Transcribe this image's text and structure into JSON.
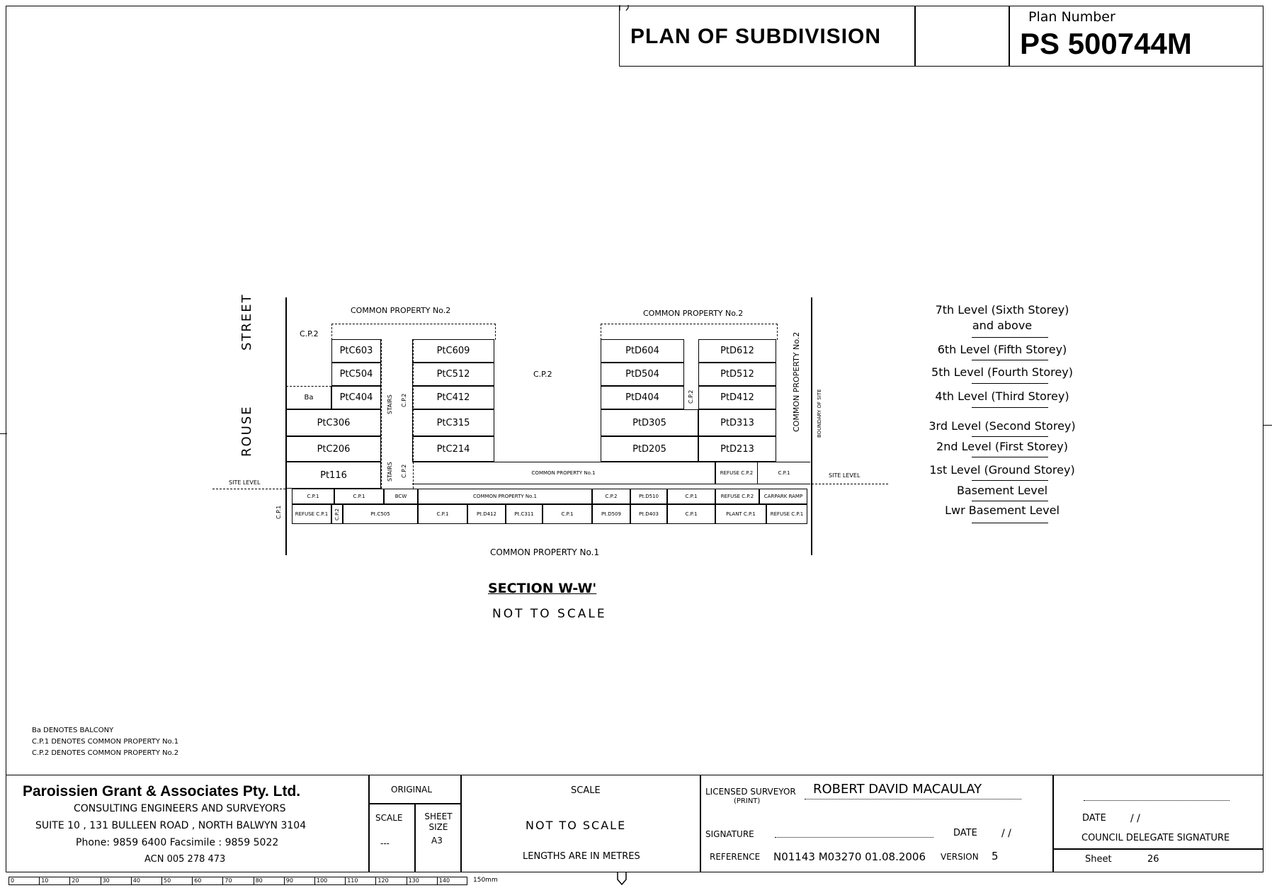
{
  "header": {
    "title": "PLAN OF SUBDIVISION",
    "plan_number_label": "Plan Number",
    "plan_number": "PS 500744M"
  },
  "section": {
    "street_top": "STREET",
    "street_bottom": "ROUSE",
    "heading": "SECTION W-W'",
    "subheading": "NOT TO SCALE",
    "common_property_no1": "COMMON PROPERTY No.1",
    "common_property_no2_left": "COMMON PROPERTY No.2",
    "common_property_no2_right": "COMMON PROPERTY No.2",
    "common_property_no2_vertical": "COMMON PROPERTY No.2",
    "boundary_of_site": "BOUNDARY OF SITE",
    "site_level_left": "SITE LEVEL",
    "site_level_right": "SITE LEVEL",
    "cp2_top_left": "C.P.2",
    "cp2_courtyard": "C.P.2",
    "cp1_left": "C.P.1",
    "stairs_upper": "STAIRS",
    "stairs_lower": "STAIRS",
    "cp2_vert_1": "C.P.2",
    "cp2_vert_2": "C.P.2",
    "cp2_vert_3": "C.P.2",
    "cp2_vert_4": "C.P.2",
    "units": {
      "c603": "PtC603",
      "c504": "PtC504",
      "c404": "PtC404",
      "ba": "Ba",
      "c306": "PtC306",
      "c206": "PtC206",
      "p116": "Pt116",
      "c609": "PtC609",
      "c512": "PtC512",
      "c412": "PtC412",
      "c315": "PtC315",
      "c214": "PtC214",
      "d604": "PtD604",
      "d504": "PtD504",
      "d404": "PtD404",
      "d305": "PtD305",
      "d205": "PtD205",
      "d612": "PtD612",
      "d512": "PtD512",
      "d412": "PtD412",
      "d313": "PtD313",
      "d213": "PtD213"
    },
    "ground_common": "COMMON PROPERTY No.1",
    "refuse_cp2": "REFUSE C.P.2",
    "cp1_ground_right": "C.P.1",
    "basement": {
      "cp1_a": "C.P.1",
      "cp1_b": "C.P.1",
      "bcw": "BCW",
      "common": "COMMON PROPERTY No.1",
      "cp2_a": "C.P.2",
      "d510": "Pt.D510",
      "cp1_c": "C.P.1",
      "refuse": "REFUSE C.P.2",
      "carpark_ramp": "CARPARK RAMP"
    },
    "lower_basement": {
      "refuse_a": "REFUSE C.P.1",
      "c505": "Pt.C505",
      "cp1_a": "C.P.1",
      "c412": "Pt.D412",
      "c311": "Pt.C311",
      "cp1_b": "C.P.1",
      "d509": "Pt.D509",
      "d403": "Pt.D403",
      "cp1_c": "C.P.1",
      "plant": "PLANT C.P.1",
      "refuse_b": "REFUSE C.P.1"
    }
  },
  "levels": [
    "7th Level (Sixth Storey)",
    "and above",
    "6th Level (Fifth Storey)",
    "5th Level (Fourth Storey)",
    "4th Level (Third Storey)",
    "3rd Level (Second Storey)",
    "2nd Level (First Storey)",
    "1st Level (Ground Storey)",
    "Basement Level",
    "Lwr Basement Level"
  ],
  "legend": [
    "Ba  DENOTES BALCONY",
    "C.P.1  DENOTES COMMON PROPERTY No.1",
    "C.P.2  DENOTES COMMON PROPERTY No.2"
  ],
  "title_block": {
    "company": "Paroissien Grant & Associates Pty. Ltd.",
    "line1": "CONSULTING ENGINEERS AND SURVEYORS",
    "line2": "SUITE 10 , 131 BULLEEN ROAD , NORTH BALWYN 3104",
    "line3": "Phone: 9859 6400 Facsimile : 9859 5022",
    "line4": "ACN 005 278 473",
    "original": "ORIGINAL",
    "scale_label": "SCALE",
    "scale_value": "---",
    "sheet_size_label": "SHEET SIZE",
    "sheet_size": "A3",
    "scale_heading": "SCALE",
    "scale_text": "NOT TO SCALE",
    "lengths": "LENGTHS ARE IN METRES",
    "licensed_surveyor_label": "LICENSED SURVEYOR",
    "print_label": "(PRINT)",
    "surveyor_name": "ROBERT DAVID MACAULAY",
    "signature_label": "SIGNATURE",
    "date_label": "DATE",
    "date_value": "/     /",
    "reference_label": "REFERENCE",
    "reference_value": "N01143 M03270 01.08.2006",
    "version_label": "VERSION",
    "version_value": "5",
    "council_date_label": "DATE",
    "council_date_value": "/     /",
    "council_label": "COUNCIL DELEGATE SIGNATURE",
    "sheet_label": "Sheet",
    "sheet_value": "26"
  },
  "ruler": {
    "ticks": [
      "0",
      "10",
      "20",
      "30",
      "40",
      "50",
      "60",
      "70",
      "80",
      "90",
      "100",
      "110",
      "120",
      "130",
      "140"
    ],
    "end_label": "150mm"
  }
}
